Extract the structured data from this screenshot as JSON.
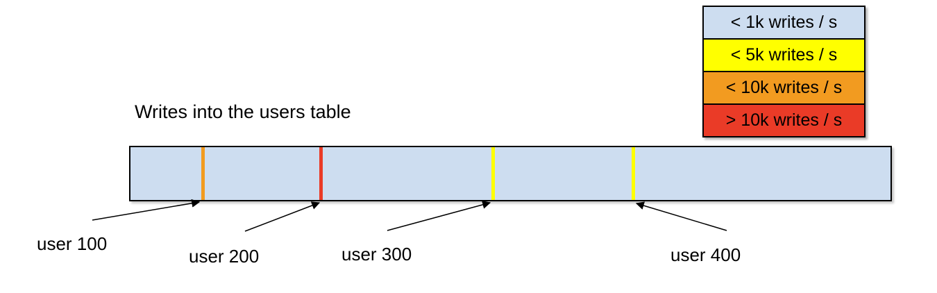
{
  "title": "Writes into the users table",
  "legend": {
    "items": [
      {
        "label": "< 1k writes / s",
        "color": "#cdddf0"
      },
      {
        "label": "< 5k writes / s",
        "color": "#ffff00"
      },
      {
        "label": "< 10k writes / s",
        "color": "#f29b20"
      },
      {
        "label": "> 10k writes / s",
        "color": "#ea3b27"
      }
    ]
  },
  "bar": {
    "fill": "#cdddf0",
    "markers": [
      {
        "user": "user 100",
        "bucket": "< 10k writes / s",
        "color": "#f29b20"
      },
      {
        "user": "user 200",
        "bucket": "> 10k writes / s",
        "color": "#ea3b27"
      },
      {
        "user": "user 300",
        "bucket": "< 5k writes / s",
        "color": "#ffff00"
      },
      {
        "user": "user 400",
        "bucket": "< 5k writes / s",
        "color": "#ffff00"
      }
    ]
  }
}
